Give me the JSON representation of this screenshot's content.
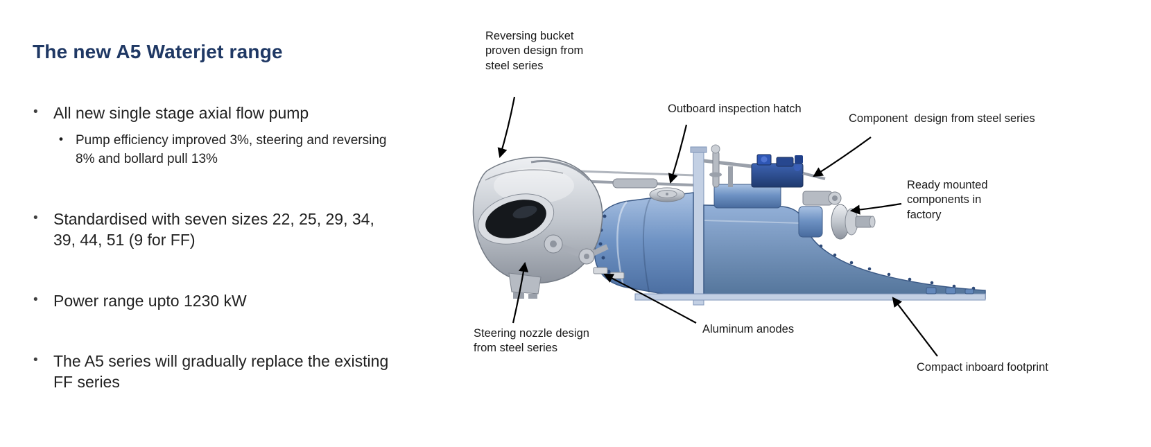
{
  "slide": {
    "title": "The new A5 Waterjet range",
    "bullets": [
      {
        "text": "All new single stage axial flow pump",
        "sub": "Pump efficiency improved 3%, steering and reversing 8% and bollard pull 13%"
      },
      {
        "text": "Standardised with seven sizes 22, 25, 29, 34, 39, 44, 51 (9 for FF)"
      },
      {
        "text": "Power range upto 1230 kW"
      },
      {
        "text": "The A5 series will gradually replace the existing FF series"
      }
    ],
    "annotations": [
      {
        "label": "Reversing bucket proven design from steel series"
      },
      {
        "label": "Outboard inspection hatch"
      },
      {
        "label": "Component  design from steel series"
      },
      {
        "label": "Ready mounted components in factory"
      },
      {
        "label": "Steering nozzle design from steel series"
      },
      {
        "label": "Aluminum anodes"
      },
      {
        "label": "Compact inboard footprint"
      }
    ],
    "illustration_alt": "A5 waterjet unit render",
    "colors": {
      "title_text": "#1f3864",
      "body_text": "#212121",
      "annotation_text": "#1a1a1a",
      "arrow": "#000000",
      "machine_blue": "#6f93c4",
      "machine_steel": "#c2c7ce"
    }
  }
}
